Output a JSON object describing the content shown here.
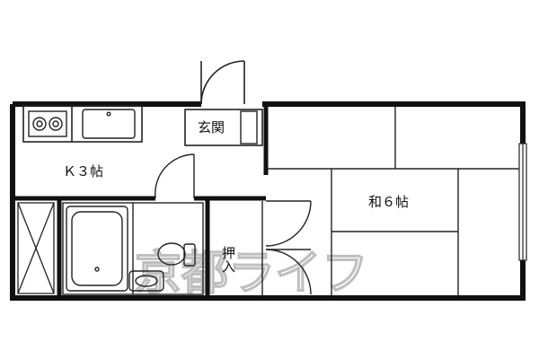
{
  "rooms": {
    "kitchen": "Ｋ３帖",
    "entrance": "玄関",
    "japanese_room": "和６帖",
    "closet": "押入"
  },
  "watermark": "京都ライフ",
  "colors": {
    "wall": "#111111",
    "line": "#222222",
    "watermark": "#bfbfbf",
    "background": "#ffffff"
  },
  "icons": {
    "stove": "two-burner-stove",
    "sink": "sink",
    "bathtub": "bathtub",
    "toilet": "toilet",
    "washbasin": "washbasin"
  }
}
